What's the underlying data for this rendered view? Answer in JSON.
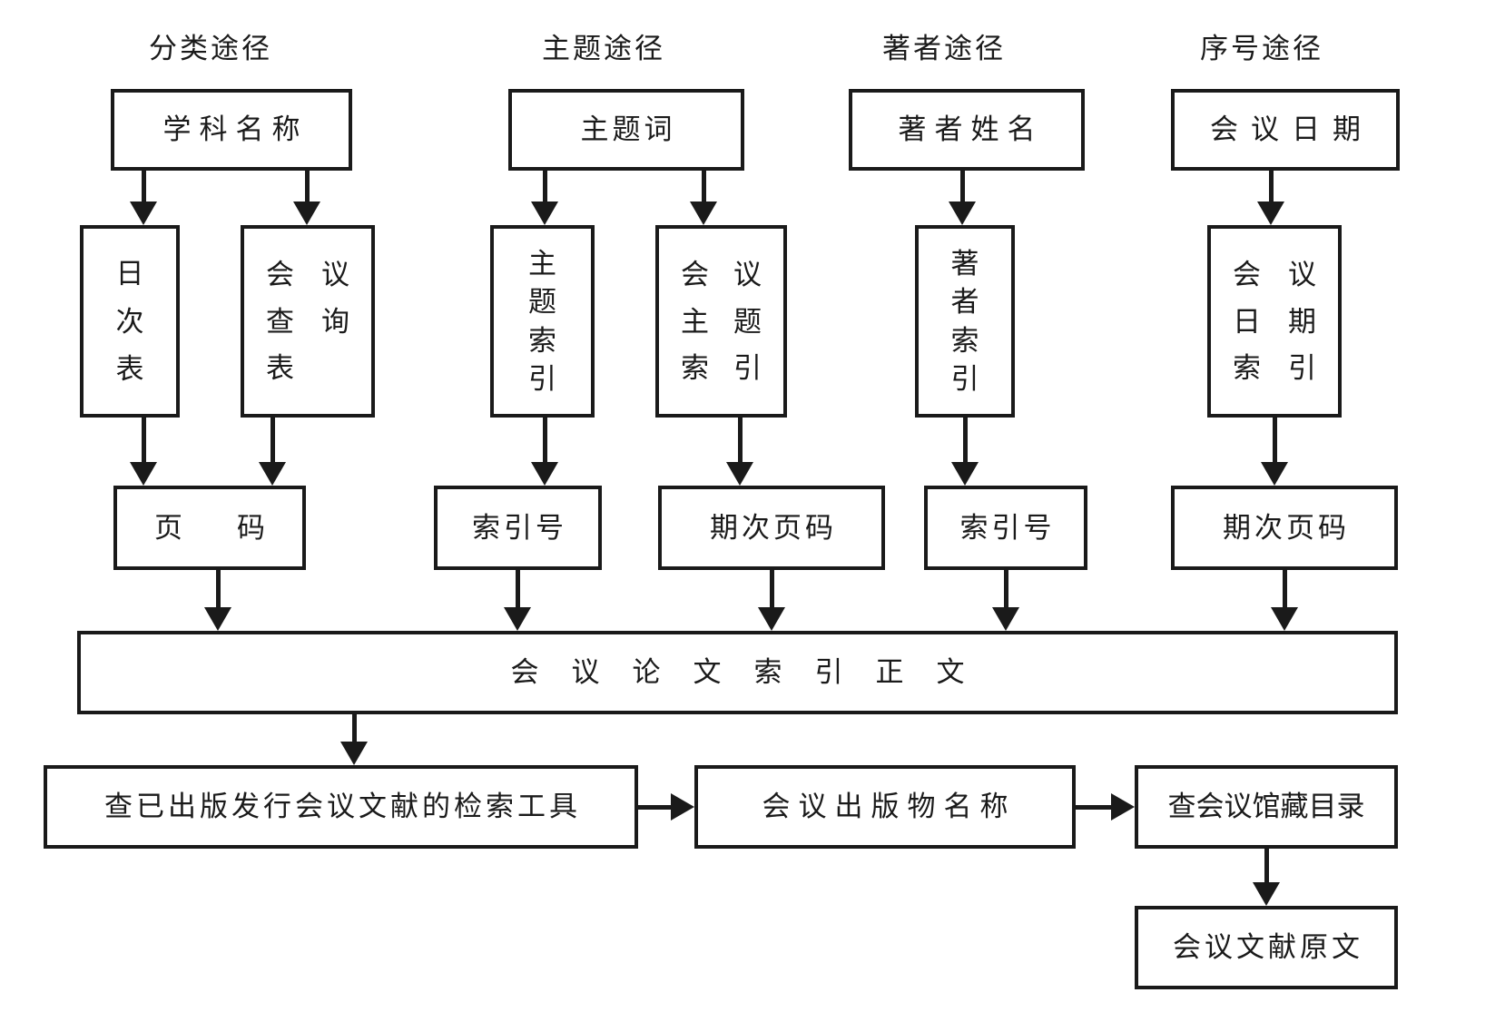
{
  "headers": [
    "分类途径",
    "主题途径",
    "著者途径",
    "序号途径"
  ],
  "level1": [
    "学科名称",
    "主题词",
    "著者姓名",
    "会议日期"
  ],
  "level2": [
    "日次表",
    "会议查询表",
    "主题索引",
    "会议主题索引",
    "著者索引",
    "会议日期索引"
  ],
  "level3": [
    "页码",
    "索引号",
    "期次页码",
    "索引号",
    "期次页码"
  ],
  "index_body": "会议论文索引正文",
  "bottom": {
    "search_tools": "查已出版发行会议文献的检索工具",
    "publication_name": "会议出版物名称",
    "library_catalog": "查会议馆藏目录",
    "original_document": "会议文献原文"
  },
  "colors": {
    "line": "#1a1a1a",
    "background": "#ffffff"
  }
}
